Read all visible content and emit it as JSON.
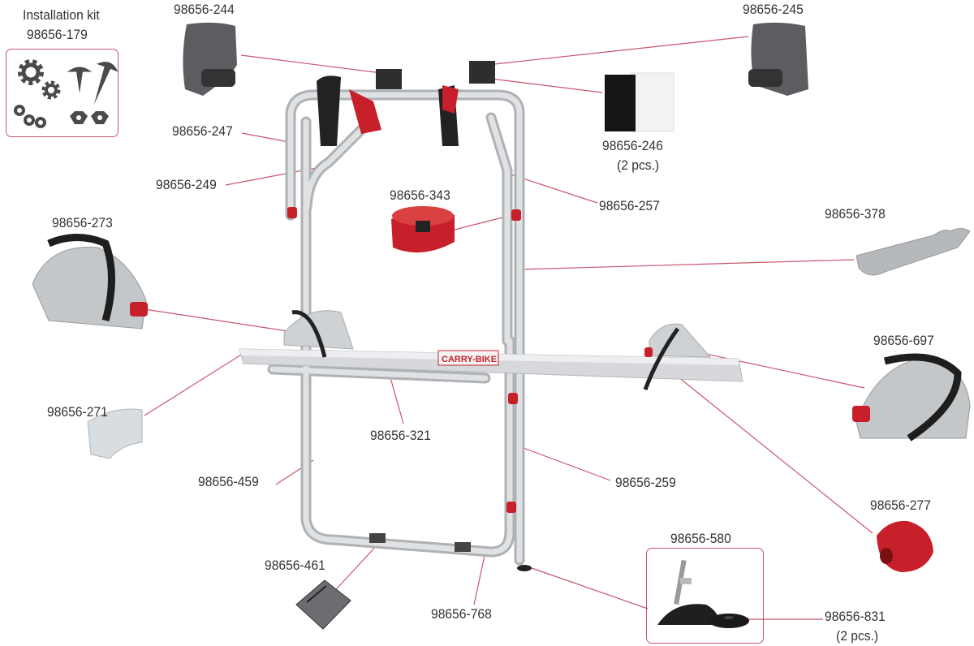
{
  "kit": {
    "title": "Installation kit",
    "part": "98656-179"
  },
  "labels": {
    "p244": "98656-244",
    "p245": "98656-245",
    "p247": "98656-247",
    "p249": "98656-249",
    "p246": "98656-246",
    "p246_qty": "(2 pcs.)",
    "p343": "98656-343",
    "p257": "98656-257",
    "p378": "98656-378",
    "p273": "98656-273",
    "p697": "98656-697",
    "p271": "98656-271",
    "p321": "98656-321",
    "p459": "98656-459",
    "p259": "98656-259",
    "p277": "98656-277",
    "p580": "98656-580",
    "p461": "98656-461",
    "p768": "98656-768",
    "p831": "98656-831",
    "p831_qty": "(2 pcs.)"
  },
  "rail_brand": "CARRY-BIKE",
  "colors": {
    "leader": "#c9566c",
    "frame": "#c9cbce",
    "accent_red": "#c8202a",
    "dark": "#3a3a3a"
  }
}
